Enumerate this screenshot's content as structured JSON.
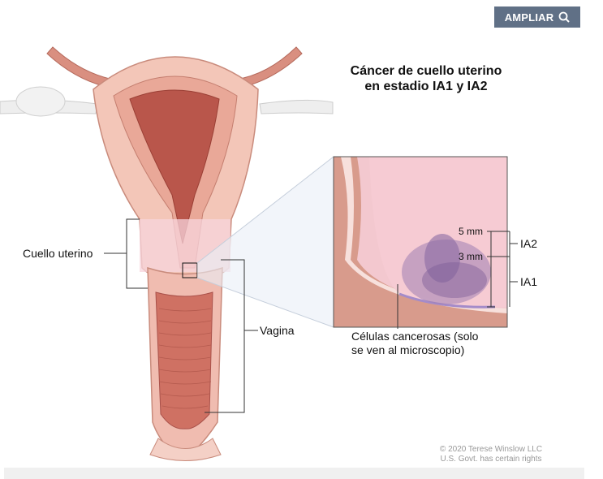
{
  "toolbar": {
    "ampliar_label": "AMPLIAR",
    "ampliar_icon": "search-icon"
  },
  "title": {
    "line1": "Cáncer de cuello uterino",
    "line2": "en estadio IA1 y IA2"
  },
  "labels": {
    "cervix": "Cuello uterino",
    "vagina": "Vagina",
    "mm5": "5 mm",
    "mm3": "3 mm",
    "ia2": "IA2",
    "ia1": "IA1"
  },
  "caption": {
    "line1": "Células cancerosas (solo",
    "line2": "se ven al microscopio)"
  },
  "copyright": {
    "line1": "© 2020 Terese Winslow LLC",
    "line2": "U.S. Govt. has certain rights"
  },
  "colors": {
    "button_bg": "#607086",
    "tissue": "#f2c3b6",
    "muscle": "#c9665a",
    "cancer": "#8a5a99"
  }
}
